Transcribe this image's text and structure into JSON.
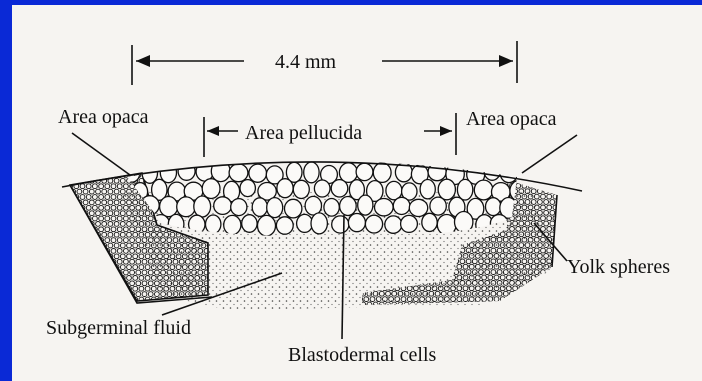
{
  "diagram": {
    "measurement": "4.4 mm",
    "labels": {
      "area_opaca_left": "Area opaca",
      "area_pellucida": "Area pellucida",
      "area_opaca_right": "Area opaca",
      "yolk_spheres": "Yolk spheres",
      "subgerminal_fluid": "Subgerminal fluid",
      "blastodermal_cells": "Blastodermal cells"
    },
    "colors": {
      "border": "#0a29d6",
      "paper": "#f6f4f1",
      "ink": "#111111"
    }
  }
}
